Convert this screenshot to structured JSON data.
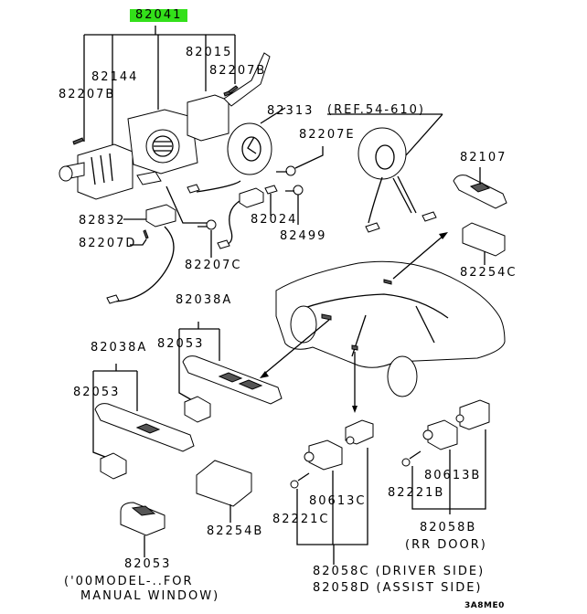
{
  "diagram": {
    "title_part": "82041",
    "highlight_color": "#33e01a",
    "drawing_code": "3A8ME0",
    "labels": {
      "p82041": "82041",
      "p82015": "82015",
      "p82144": "82144",
      "p82207B_right": "82207B",
      "p82207B_left": "82207B",
      "p82313": "82313",
      "ref": "(REF.54-610)",
      "p82207E": "82207E",
      "p82107": "82107",
      "p82024": "82024",
      "p82499": "82499",
      "p82832": "82832",
      "p82207D": "82207D",
      "p82207C": "82207C",
      "p82254C": "82254C",
      "p82038A_upper": "82038A",
      "p82053_upper": "82053",
      "p82038A_lower": "82038A",
      "p82053_lower": "82053",
      "p82254B": "82254B",
      "p82053_manual": "82053",
      "manual_note_1": "('00MODEL-..FOR",
      "manual_note_2": "MANUAL WINDOW)",
      "p80613C": "80613C",
      "p82221C": "82221C",
      "p82058C": "82058C (DRIVER SIDE)",
      "p82058D": "82058D (ASSIST SIDE)",
      "p80613B": "80613B",
      "p82221B": "82221B",
      "p82058B": "82058B",
      "rr_door": "(RR DOOR)"
    },
    "components": [
      "combination-switch-assembly",
      "column-switch",
      "lighting-switch",
      "wiper-switch",
      "clock-spring",
      "clock-spring-ref",
      "screw",
      "sensor",
      "power-window-main-switch",
      "power-window-sub-switch",
      "switch-bracket",
      "door-courtesy-switch",
      "switch-cap",
      "vehicle-sedan"
    ]
  }
}
